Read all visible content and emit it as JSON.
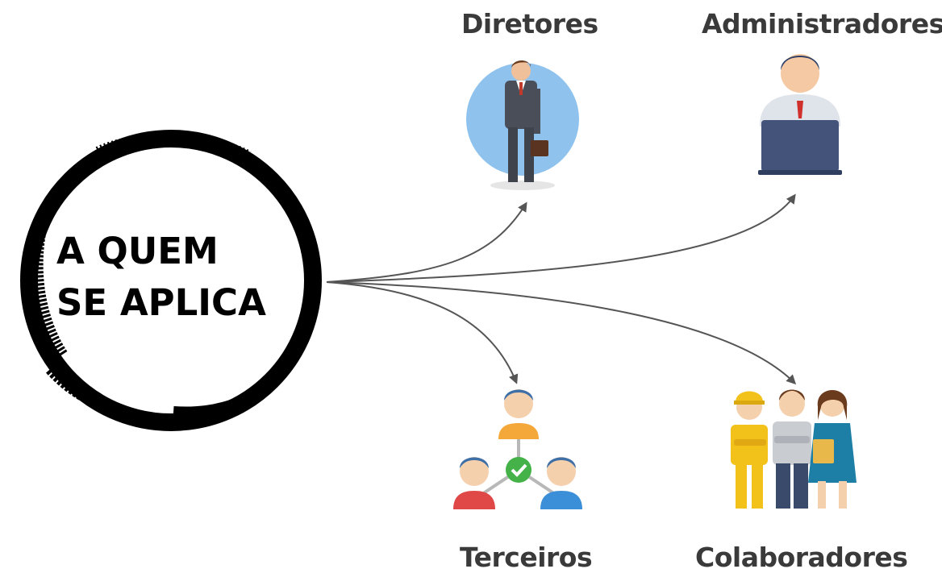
{
  "center": {
    "line1": "A QUEM",
    "line2": "SE APLICA"
  },
  "nodes": {
    "diretores": {
      "label": "Diretores",
      "icon": "businessman-briefcase-icon"
    },
    "administradores": {
      "label": "Administradores",
      "icon": "person-at-laptop-icon"
    },
    "terceiros": {
      "label": "Terceiros",
      "icon": "connected-people-network-icon"
    },
    "colaboradores": {
      "label": "Colaboradores",
      "icon": "workers-group-icon"
    }
  },
  "colors": {
    "arrow": "#555555",
    "brush": "#000000",
    "text": "#3a3a3a"
  }
}
